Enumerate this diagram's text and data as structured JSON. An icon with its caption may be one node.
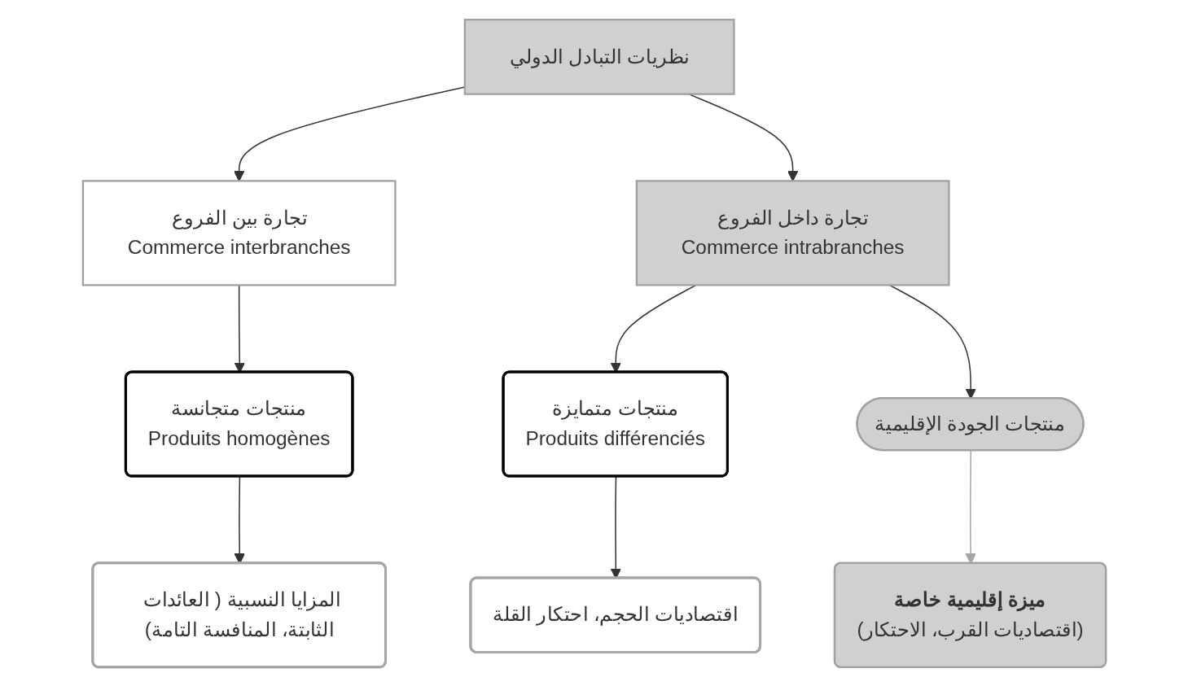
{
  "diagram": {
    "nodes": [
      {
        "text": [
          "نظريات التبادل الدولي"
        ]
      },
      {
        "text": [
          "تجارة بين الفروع",
          "Commerce interbranches"
        ]
      },
      {
        "text": [
          "تجارة داخل الفروع",
          "Commerce intrabranches"
        ]
      },
      {
        "text": [
          "منتجات متجانسة",
          "Produits homogènes"
        ]
      },
      {
        "text": [
          "منتجات متمايزة",
          "Produits différenciés"
        ]
      },
      {
        "text": [
          "منتجات الجودة الإقليمية"
        ]
      },
      {
        "text": [
          "المزايا النسبية ( العائدات الثابتة، المنافسة التامة)"
        ]
      },
      {
        "text": [
          "اقتصاديات الحجم، احتكار القلة"
        ]
      },
      {
        "text": [
          "ميزة إقليمية خاصة",
          "(اقتصاديات القرب، الاحتكار)"
        ]
      }
    ],
    "edges": [
      {
        "from": 0,
        "to": 1,
        "arrow": "to"
      },
      {
        "from": 0,
        "to": 2,
        "arrow": "to"
      },
      {
        "from": 1,
        "to": 3,
        "arrow": "to"
      },
      {
        "from": 2,
        "to": 4,
        "arrow": "to"
      },
      {
        "from": 2,
        "to": 5,
        "arrow": "to"
      },
      {
        "from": 3,
        "to": 6,
        "arrow": "to"
      },
      {
        "from": 4,
        "to": 7,
        "arrow": "to"
      },
      {
        "from": 5,
        "to": 8,
        "arrow": "to",
        "color": "#a6a6a6"
      }
    ]
  }
}
